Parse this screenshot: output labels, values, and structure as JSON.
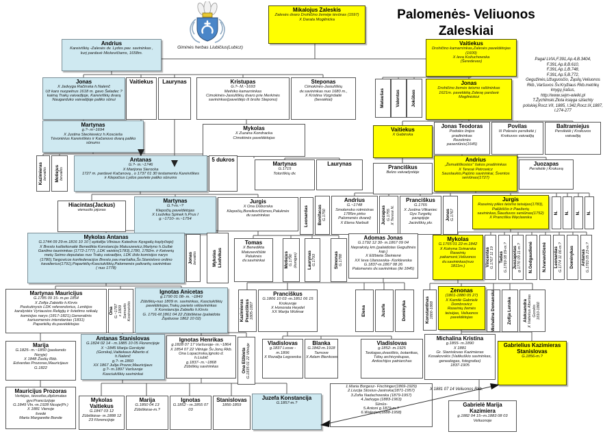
{
  "header": {
    "title_line1": "Palomenės- Veliuonos",
    "title_line2": "Zaleskiai"
  },
  "crest": {
    "caption": "Giminės herbas Liubičius(Lubicz)"
  },
  "references": "Pagal LVIA,F.391,Ap.4,B.3404,\nF.391,Ap.8,B.610,\nF.391,Ap.1,B.748,\nF.391,Ap.5,B.772,\nGegužinės,Užuguosčio, Žąslių,Veliuonos\nRkb.,Varšuvos Šv.Kryžiaus  Rkb.metrikų\nknygų įrašus,\nhttp://www.sejm-wielki.pl\nT.Žychlinski.Zlota księga szlachty\npolskiej,Rocz.VII, 1885, l.342,Rocz.IX,1887,\nl.274-277",
  "annotations": {
    "marriage_note": "X 1881 07 14 Veliuonos Rkb."
  },
  "colors": {
    "highlight_yellow": "#ffff00",
    "highlight_blue": "#cfe9f1",
    "line": "#555555"
  },
  "boxes": [
    {
      "id": "andrius-top",
      "fill": "blue",
      "name": "Andrius",
      "sub": [
        "Kareiviškių -Zalesės dv. Lydos pav. savininkas ,",
        "kurį pardavė Mickevičiams, 1658m."
      ]
    },
    {
      "id": "mikalojus",
      "fill": "yellow",
      "name": "Mikalojus Zaleskis",
      "sub": [
        "Zalesės dvaro Drohičino žemėje tėvūnas (1597)",
        "X Darata Mogilnicka"
      ]
    },
    {
      "id": "vaitiekus-top",
      "fill": "yellow",
      "name": "Vaitiekus",
      "sub": [
        "Drohičino kamarninkas,Zalesės paveldėtojas",
        "(1600)",
        "X Ieva Kožuchowska",
        "(Šeredevas)"
      ]
    },
    {
      "id": "jonas-r2",
      "fill": "blue",
      "name": "Jonas",
      "sub": [
        "X Jadvyga Račinska h.Nalenč",
        "Už karo nuopelnus 1618 m. gavo Šeladec ?",
        "kaimą Trakų vaivadijoje, Kareiviškių  dvarą",
        "Naugarduko vaivadijoje  paliko sūnui"
      ]
    },
    {
      "id": "vaitiekus-r2",
      "fill": "white",
      "name": "Vaitiekus",
      "sub": []
    },
    {
      "id": "laurynas-r2",
      "fill": "white",
      "name": "Laurynas",
      "sub": []
    },
    {
      "id": "kristupas",
      "fill": "white",
      "name": "Kristupas",
      "sub": [
        "G.?- M.~1693",
        "Meihiko kamarninkas",
        "Cimokinės-Jasiuliškių dvaro prie Merkinės",
        "savininkas(paveldėjo iš brolio Stepono)"
      ]
    },
    {
      "id": "steponas",
      "fill": "white",
      "name": "Steponas",
      "sub": [
        "Cimokinės-Jasiuliškių",
        "dv.savininkas nuo 1680 m.,",
        "X Kristina Vizgirdaitė",
        "(bevaikiai)"
      ]
    },
    {
      "id": "matausas",
      "fill": "white",
      "vert": true,
      "cols": [
        "Mataušas"
      ]
    },
    {
      "id": "valentas",
      "fill": "white",
      "vert": true,
      "cols": [
        "Valentas"
      ]
    },
    {
      "id": "jokubas",
      "fill": "white",
      "vert": true,
      "cols": [
        "Jokūbas"
      ]
    },
    {
      "id": "jonas-y-r2",
      "fill": "yellow",
      "name": "Jonas",
      "sub": [
        "Drohičino žemės teismo raštininkas",
        "1621m. paveldėtą Zalesę pardavė",
        "Mogilnickiui"
      ]
    },
    {
      "id": "martynas-r3",
      "fill": "blue",
      "name": "Martynas",
      "sub": [
        "g.?- m~1694",
        "X Justina Steckiewicz   h.Koscieša",
        "Tėvoninius Kareiviškės ir Kačanovo dvarą  paliko",
        "sūnums"
      ]
    },
    {
      "id": "mykolas-r3",
      "fill": "white",
      "name": "Mykolas",
      "sub": [
        "X Zuzana Kondracka",
        "Cimokinės paveldėtojas"
      ]
    },
    {
      "id": "vaitiekus-r3",
      "fill": "yellow",
      "name": "Vaitiekus",
      "sub": [
        "X Gabinska"
      ]
    },
    {
      "id": "jonas-teodoras",
      "fill": "white",
      "name": "Jonas Teodoras",
      "sub": [
        "Podolės linijos",
        "pradininkas",
        "Rezeknės",
        "paseniūnis(1645)"
      ]
    },
    {
      "id": "povilas",
      "fill": "white",
      "name": "Povilas",
      "sub": [
        "Iš Polesės persikėlė į",
        "Krokuvos vaivadiją"
      ]
    },
    {
      "id": "baltramiejus",
      "fill": "white",
      "name": "Baltramiejus",
      "sub": [
        "Persikėlė į Krokuvos",
        "vaivadiją"
      ]
    },
    {
      "id": "kazimieras-v",
      "fill": "white",
      "vert": true,
      "cols": [
        "Kazimieras",
        "bevaikis"
      ]
    },
    {
      "id": "motiejus-v",
      "fill": "white",
      "vert": true,
      "cols": [
        "Motiejus",
        "bevaikis"
      ]
    },
    {
      "id": "antanas-r4",
      "fill": "blue",
      "name": "Antanas",
      "sub": [
        "G.?- m.~1746",
        "X Marijona Sierocka",
        "1727 m. pardavė Kačanovą , o 1737 01 30 testamentu Kareiviškes",
        "ir Klepočius Lydos paviete  paliko sūnums"
      ]
    },
    {
      "id": "dukros5",
      "fill": "white",
      "name": "5 dukros",
      "sub": []
    },
    {
      "id": "martynas-r4",
      "fill": "white",
      "name": "Martynas",
      "sub": [
        "G.1715",
        "Totoriškių dv."
      ]
    },
    {
      "id": "laurynas-r4",
      "fill": "white",
      "name": "Laurynas",
      "sub": []
    },
    {
      "id": "pranciskus-r4",
      "fill": "white",
      "name": "Pranciškus",
      "sub": [
        "Belzo vaivadystėje"
      ]
    },
    {
      "id": "andrius-y-r4",
      "fill": "yellow",
      "name": "Andrius",
      "sub": [
        "„Žemaitiškosios\" šakos pradininkas",
        "X Teresė Petrowicz",
        "Sauslaukio,Pajūrio savininkai, Šventos",
        "seniūnas(1727)"
      ]
    },
    {
      "id": "juozapas-r4",
      "fill": "white",
      "name": "Juozapas",
      "sub": [
        "Persikėlė į Krokuvą"
      ]
    },
    {
      "id": "hiacintas",
      "fill": "white",
      "name": "Hiacintas(Jackus)",
      "sub": [
        "vienuolis pijoras"
      ]
    },
    {
      "id": "martynas-r5",
      "fill": "blue",
      "name": "Martynas",
      "sub": [
        "G.?-m.~?",
        "Klepočių paveldėtojas",
        "X Liudvika Spinek h.Prus I",
        "g.~1710- m.~1754"
      ]
    },
    {
      "id": "jurgis-r5",
      "fill": "white",
      "name": "Jurgis",
      "sub": [
        "X Ona Doborska",
        "Klepočių,Boreikovščiznos,Paluknės",
        "dv.savininkas"
      ]
    },
    {
      "id": "leonardas-v5",
      "fill": "white",
      "vert": true,
      "cols": [
        "Leonardas"
      ]
    },
    {
      "id": "bonifacas-v",
      "fill": "white",
      "vert": true,
      "cols": [
        "Bonifacas",
        "G.1750"
      ]
    },
    {
      "id": "andrius-r5",
      "fill": "white",
      "name": "Andrius",
      "sub": [
        "G.~1748",
        "Smolensko rotmistras",
        "1785m pirko",
        "Palomenės dvarelį",
        "X Elena Narbutt"
      ]
    },
    {
      "id": "juozapas-v5",
      "fill": "white",
      "vert": true,
      "cols": [
        "Juozapas",
        "G.1755",
        "X Teresė N."
      ]
    },
    {
      "id": "pranciskus-r5",
      "fill": "white",
      "name": "Pranciškus",
      "sub": [
        "G.1765",
        "X Justina Vilkaniec",
        "Gyv.Turgelių",
        "parapijoje",
        "Jaciniškių plv."
      ]
    },
    {
      "id": "jonas-v5",
      "fill": "white",
      "vert": true,
      "cols": [
        "Jonas",
        "G.1767"
      ]
    },
    {
      "id": "jurgis-y",
      "fill": "yellow",
      "name": "Jurgis",
      "sub": [
        "Raseinių pilies teismo teisėjas(1783),",
        "Palūkščio ir Paežerių",
        "savininkas,Šiauduvos seniūnas(1752)",
        "X Pranciška Węclawska"
      ]
    },
    {
      "id": "nv1",
      "fill": "white",
      "vert": true,
      "cols": [
        "N."
      ]
    },
    {
      "id": "nv2",
      "fill": "white",
      "vert": true,
      "cols": [
        "N."
      ]
    },
    {
      "id": "nv3",
      "fill": "white",
      "vert": true,
      "cols": [
        "N."
      ]
    },
    {
      "id": "nv4",
      "fill": "white",
      "vert": true,
      "cols": [
        "N."
      ]
    },
    {
      "id": "mykolas-antanas",
      "fill": "blue",
      "name": "Mykolas Antanas",
      "sub": [
        "G.1744 09 29-m.1816 10 10 ( epitafija Vilniaus Katedros Kęsgailų koplyčioje)",
        "X Bresto kaštelionaitė Benedikta Konstancija  Matuszewicz,Martyno h.Gulbė",
        "Gardino taurininkas (1772-1777) ,LDK vaiskis(1783),1780,  1782m. ir Ketverių",
        "metų  Seimo deputatas nuo Trakų vaivadijos, LDK iždo komisijos narys",
        "(1780),Targovicos konfederacijos Bresto pav.maršalka,Šv.Stanislovo ordino",
        "kavalierius(1791),Papartėlių-Kasciukiškių,Palomenės  palivarkų savininkas",
        "( nuo 1778)"
      ]
    },
    {
      "id": "jonas-v6",
      "fill": "white",
      "vert": true,
      "cols": [
        "Jonas",
        "bevaikis"
      ]
    },
    {
      "id": "mykolas-liudvikas-v",
      "fill": "white",
      "vert": true,
      "boldCols": 2,
      "cols": [
        "Mykolas",
        "Liudvikas"
      ]
    },
    {
      "id": "tomas",
      "fill": "white",
      "name": "Tomas",
      "sub": [
        "X Benedikta",
        "Matusevičiūtė",
        "Paluknės",
        "dv.savininkai"
      ]
    },
    {
      "id": "motiejus-v6",
      "fill": "white",
      "vert": true,
      "cols": [
        "Motiejus",
        "G.1790",
        "(kunigas)"
      ]
    },
    {
      "id": "laurynas-v6",
      "fill": "white",
      "vert": true,
      "cols": [
        "Laurynas",
        "G.1793"
      ]
    },
    {
      "id": "simonas-v6",
      "fill": "white",
      "vert": true,
      "cols": [
        "Simonas",
        "G.1788"
      ]
    },
    {
      "id": "adomas-jonas",
      "fill": "white",
      "name": "Adomas Jonas",
      "sub": [
        "G.1792 12 30- m.1867 09 04",
        "Neprakstų km.(palaidotas Gegužinės",
        "kap.)",
        "X Elžbieta Šteinienė",
        "XX Ieva Ulanowska- Korklewska",
        "G.1837-m.1867 08 26",
        "Palomenės dv.savininkas (iki 1845)"
      ]
    },
    {
      "id": "mykolas-y",
      "fill": "yellow",
      "name": "Mykolas",
      "sub": [
        "G.1765 01 22-m.1842",
        "X Kotryna Svinarska",
        "Raseinių",
        "pakamorė,Veliuonos",
        "dv.savininkas(nuo",
        "1811m.)"
      ]
    },
    {
      "id": "vincentas-v",
      "fill": "white",
      "vert": true,
      "cols": [
        "Vincentas",
        "G.1767 11 19"
      ]
    },
    {
      "id": "tadas-v",
      "fill": "white",
      "vert": true,
      "cols": [
        "Tadas",
        "G.1769 08 09-m.?"
      ]
    },
    {
      "id": "juozapotas-v",
      "fill": "white",
      "vert": true,
      "cols": [
        "Juozapotas",
        "g.1770 09 11-m.?"
      ]
    },
    {
      "id": "gedgaudiene-v",
      "fill": "white",
      "vert": true,
      "cols": [
        "N.Gedgaudienė"
      ]
    },
    {
      "id": "ivanaviciene-v",
      "fill": "white",
      "vert": true,
      "cols": [
        "N.Ivanavičienė"
      ]
    },
    {
      "id": "leonardas-v6",
      "fill": "white",
      "vert": true,
      "cols": [
        "Leonardas",
        "G.1774 11 06-m.?"
      ]
    },
    {
      "id": "dominykas-v",
      "fill": "white",
      "vert": true,
      "cols": [
        "Dominykas"
      ]
    },
    {
      "id": "antanas-v6",
      "fill": "white",
      "vert": true,
      "cols": [
        "Antanas",
        "G.1783 05 23-m.?"
      ]
    },
    {
      "id": "martynas-mauricijus",
      "fill": "white",
      "name": "Martynas Mauricijus",
      "sub": [
        "G.1785 09 15-  m.po 1854",
        "X Zofija Zabiello h.Kirvis",
        "Paskutinysis LDK referendorius, Lenkijos",
        "karalystės Vyriausios Religijų ir švietimo reikalų",
        "komisijos narys (1817-1821),Generalinis",
        "kariuomenės intendantas (1831)",
        "Papartėlių dv.paveldėtojas"
      ]
    },
    {
      "id": "ona-v7",
      "fill": "white",
      "vert": true,
      "cols": [
        "Ona",
        "G.~1787",
        "x 1809",
        "Samuelis",
        "Kostrovickis"
      ]
    },
    {
      "id": "ignotas-anicetas",
      "fill": "blue",
      "name": "Ignotas Anicetas",
      "sub": [
        "g.1790 01 08- m. ~1849",
        "Zūbiškių-nuo 1809 m. savininkas, Kasciukiškių",
        "paveldėtojas,Trakų pavieto vėliavininkas",
        "X Konstancija Zabiello h.Kirvis",
        "G. 1791-M.1861 04 22 Zūbiškėse (palaidota",
        "Žąsliuose 1862 10 02)"
      ]
    },
    {
      "id": "kazimieras-pranciskus-v",
      "fill": "white",
      "vert": true,
      "boldCols": 2,
      "cols": [
        "Kazimieras",
        "Pranciškus",
        "1805-1807"
      ]
    },
    {
      "id": "pranciskus-r7",
      "fill": "white",
      "name": "Pranciškus",
      "sub": [
        "G.1806 10 03 -m.1851 06 15",
        "Krokuvoje",
        "X Honorata Heydel",
        "XX Marija Wolmar"
      ]
    },
    {
      "id": "elena-v",
      "fill": "white",
      "vert": true,
      "cols": [
        "Elena"
      ]
    },
    {
      "id": "juzefa-v",
      "fill": "white",
      "vert": true,
      "cols": [
        "Juzefa"
      ]
    },
    {
      "id": "dominyka-v",
      "fill": "white",
      "vert": true,
      "cols": [
        "Dominyka"
      ]
    },
    {
      "id": "konstantinas-v",
      "fill": "white",
      "vert": true,
      "cols": [
        "Konstantinas",
        "1800-1868"
      ]
    },
    {
      "id": "zenonas",
      "fill": "yellow",
      "name": "Zenonas",
      "sub": [
        "(1801-1880 05 27)",
        "X Kamilė Gabrielė",
        "Dombrovicz",
        "Raseinių žemės",
        "teisėjas, Veliuonos",
        "paveldėtojas"
      ]
    },
    {
      "id": "michalina-domanska-v",
      "fill": "white",
      "vert": true,
      "cols": [
        "Michalina Domanska"
      ]
    },
    {
      "id": "zofija-lenska-v",
      "fill": "white",
      "vert": true,
      "cols": [
        "Zofija Lenska"
      ]
    },
    {
      "id": "aleksandra-v",
      "fill": "white",
      "vert": true,
      "cols": [
        "Aleksandra",
        "X Vaitiekus Albertas",
        "Gorskis",
        "1810-1860"
      ]
    },
    {
      "id": "marija-r8",
      "fill": "white",
      "name": "Marija",
      "sub": [
        "G.1825- m.~1850 (paskendo",
        "Neryje)",
        "X 1848 Žaslių Rkb.",
        "Edvardas Prozoras,Mauricijaus",
        "G.1822"
      ]
    },
    {
      "id": "antanas-stanislovas",
      "fill": "blue",
      "name": "Antanas Stanislovas",
      "sub": [
        "G.1824 02 14  - m.1885 10 05 Florencijoje",
        "X ~1845 Marija Gorskytė",
        "(Gorska),Vaitiekaus Alberto d.",
        "h.Nalenč",
        "g.?- m.1860",
        "XX 1867  Julija  Prozor,Mauricijaus",
        "g.?-  m.1897 Varšuvoje",
        "Kasciukiškių savininkai"
      ]
    },
    {
      "id": "ignotas-henrikas",
      "fill": "white",
      "name": "Ignotas Henrikas",
      "sub": [
        "g.1828 07 17 Varšuvoje- m.~1864",
        "X 1854 07 22 Vilniuje Šv.Jonų Rkb.",
        "Ona Lopacinska,Ignoto d.",
        "h.Liubič",
        "g.1837- m.~1868",
        "Zūbiškių  savininkas"
      ]
    },
    {
      "id": "ona-elzbieta-v",
      "fill": "white",
      "vert": true,
      "cols": [
        "Ona Elžbieta",
        "G.1835 01 22 Vilniuje"
      ]
    },
    {
      "id": "vladislovas-l",
      "fill": "white",
      "name": "Vladislovas",
      "sub": [
        "g.1837 Lvove -",
        "m.1896",
        "X Rozalija Legowska"
      ]
    },
    {
      "id": "blanka",
      "fill": "white",
      "name": "Blanka",
      "sub": [
        "G.1842-m.1918",
        "Tarnove",
        "X Adam Bienkowski"
      ]
    },
    {
      "id": "vladislovas-r",
      "fill": "white",
      "name": "Vladislovas",
      "sub": [
        "g.1852- m.1925",
        "Teologas,dvasiškis, botanikas,",
        "Tėbų  archivyskupas,",
        "Antiochijos patriarchas"
      ]
    },
    {
      "id": "michalina-kristina",
      "fill": "white",
      "name": "Michalina Kristina",
      "sub": [
        "g.1855- m.1890",
        "X 1881",
        "Gr. Stanislovas Kazimieras",
        "Kosakovskis (Vaitkuškio savininkas,",
        "genealogas, fotografas)",
        "1837-1905"
      ]
    },
    {
      "id": "gabrielius-y",
      "fill": "yellow",
      "name": "Gabrielius Kazimieras Stanislovas",
      "sub": [
        "G.1856-m.?"
      ]
    },
    {
      "id": "mauricijus-prozoras",
      "fill": "white",
      "name": "Mauricijus Prozoras",
      "sub": [
        "Vertėjas, teosofas,diplomatas",
        "gyv.Prancūzijoje",
        "G.1849 Vln.-m.1928 Nicoje(Pr.)",
        "X 1881 Vienoje",
        "švedė",
        "Marta Margarette Bonde"
      ]
    },
    {
      "id": "mykolas-vaitiekus",
      "fill": "white",
      "name": "Mykolas Vaitiekus",
      "sub": [
        "G.1847 03 12",
        "Zūbiškėse- m.1888 12",
        "23 Florencijoje"
      ]
    },
    {
      "id": "marija-r9",
      "fill": "white",
      "name": "Marija",
      "sub": [
        "G.1850 04 13",
        "Zūbiškėse-m.?"
      ]
    },
    {
      "id": "ignotas-r9",
      "fill": "white",
      "name": "Ignotas",
      "sub": [
        "G.1852 - m.1855 07",
        "03"
      ]
    },
    {
      "id": "stanislovas-r9",
      "fill": "white",
      "name": "Stanislovas",
      "sub": [
        "1856-1859"
      ]
    },
    {
      "id": "juzefa-konstancija",
      "fill": "blue",
      "name": "Juzefa Konstancija",
      "sub": [
        "G.1857-m.?"
      ]
    },
    {
      "id": "kosakovskiai-list",
      "fill": "white",
      "name": "",
      "sub": [
        "1.Maria Borgesz- Fischinger(1869-1929)",
        "2.Liucija Stosius-Jasinska(1871-1957)",
        "3.Zofia Nadachowska (1879-1957)",
        "4.Jadvyga (1883-1963)",
        "Sūnūs-",
        "5.Antoni g.1879-m.?",
        "6.Walerjan(1888-1958)"
      ]
    },
    {
      "id": "gabriele-mk",
      "fill": "white",
      "name": "Gabrielė Marija Kazimiera",
      "sub": [
        "g.1882 04 15--m.1883 08 03",
        "Veliuonoje"
      ]
    }
  ]
}
